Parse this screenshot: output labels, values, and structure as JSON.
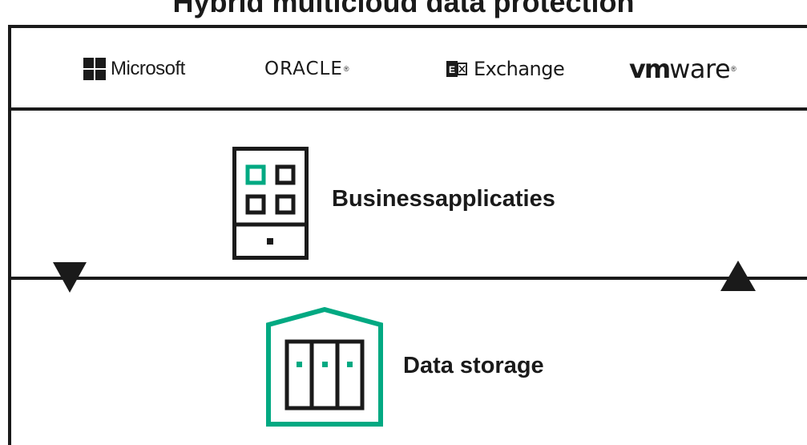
{
  "title": "Hybrid multicloud data protection",
  "logos": {
    "microsoft": "Microsoft",
    "oracle": "ORACLE",
    "exchange": "Exchange",
    "vmware_bold": "vm",
    "vmware_light": "ware"
  },
  "layers": {
    "applications_label": "Businessapplicaties",
    "storage_label": "Data storage"
  },
  "colors": {
    "accent": "#01a982",
    "ink": "#1a1a1a"
  },
  "icons": {
    "applications": "app-grid-device-icon",
    "storage": "storage-building-icon",
    "flow_down": "arrow-down-icon",
    "flow_up": "arrow-up-icon"
  }
}
